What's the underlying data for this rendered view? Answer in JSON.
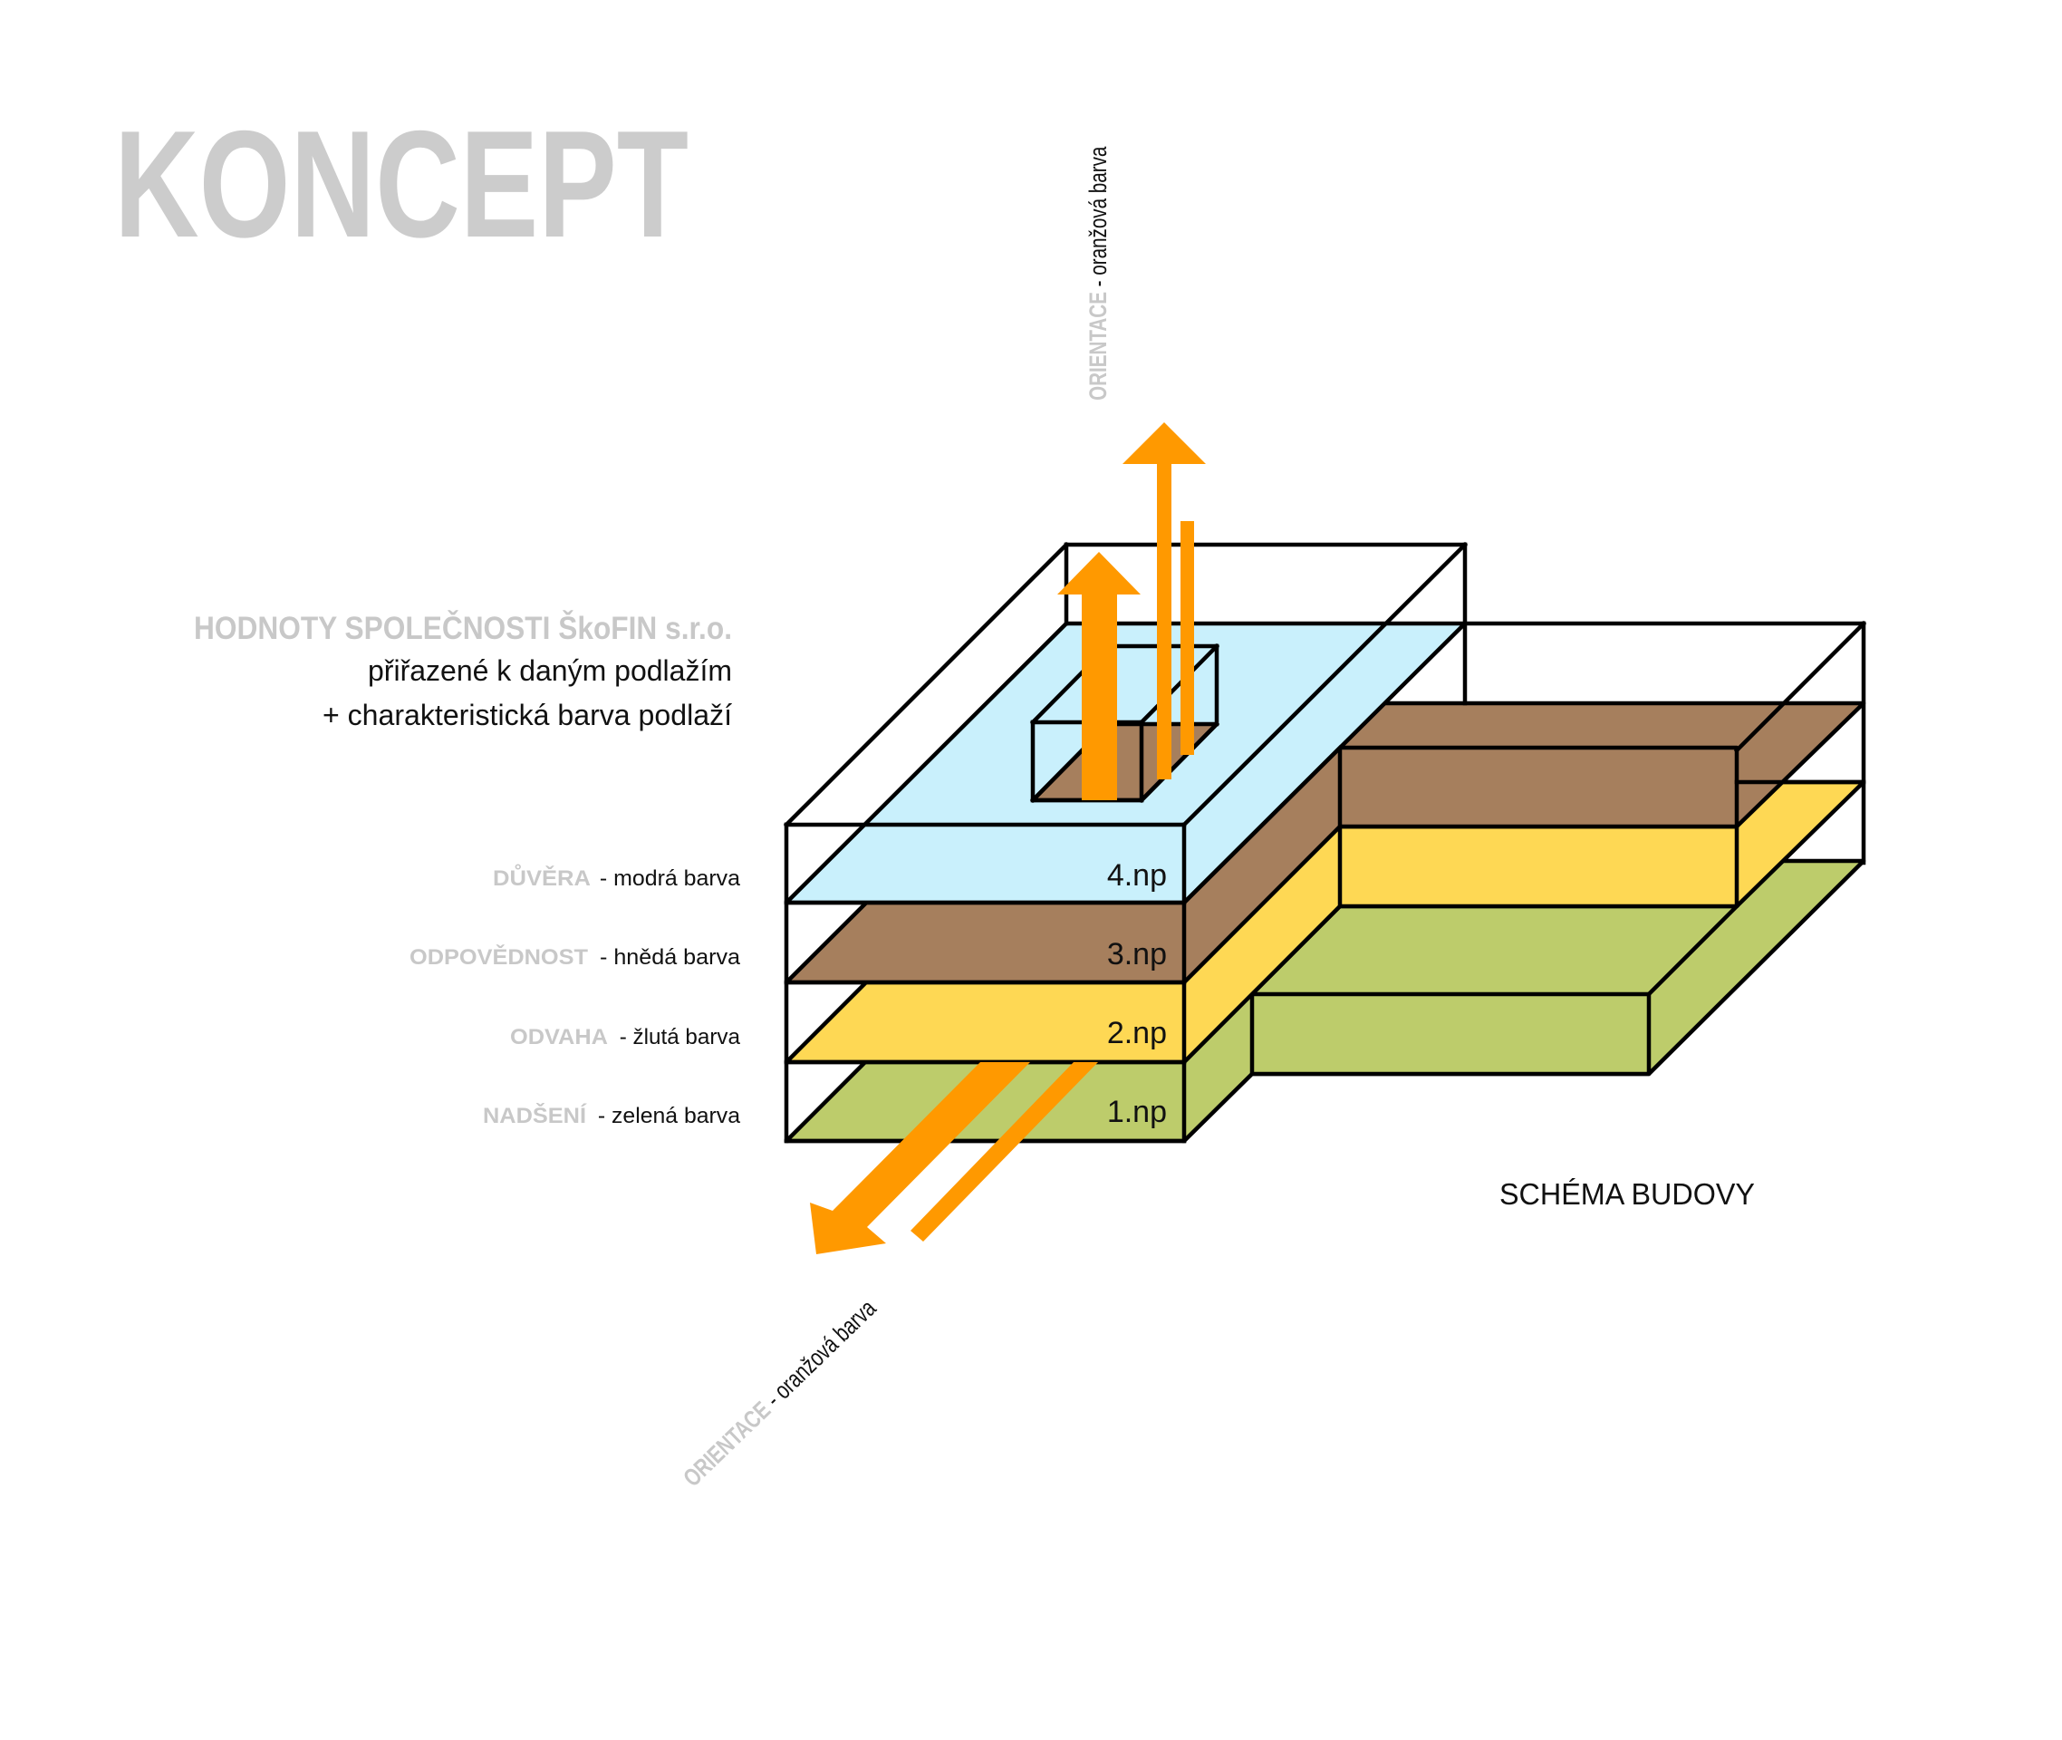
{
  "title": "KONCEPT",
  "intro": {
    "heading": "HODNOTY SPOLEČNOSTI  ŠkoFIN s.r.o.",
    "line2": "přiřazené k daným podlažím",
    "line3": "+ charakteristická barva podlaží"
  },
  "legend": [
    {
      "value": "DŮVĚRA",
      "desc": " - modrá barva",
      "floor": "4.np",
      "color": "#C9F0FC"
    },
    {
      "value": "ODPOVĚDNOST",
      "desc": " - hnědá barva",
      "floor": "3.np",
      "color": "#A67F5D"
    },
    {
      "value": "ODVAHA",
      "desc": " - žlutá barva",
      "floor": "2.np",
      "color": "#FED854"
    },
    {
      "value": "NADŠENÍ",
      "desc": " - zelená barva",
      "floor": "1.np",
      "color": "#BDCC6B"
    }
  ],
  "orientation_vertical": {
    "label": "ORIENTACE",
    "desc": " - oranžová barva"
  },
  "orientation_diagonal": {
    "label": "ORIENTACE",
    "desc": " - oranžová barva"
  },
  "orientation_color": "#FF9900",
  "caption": "SCHÉMA BUDOVY"
}
